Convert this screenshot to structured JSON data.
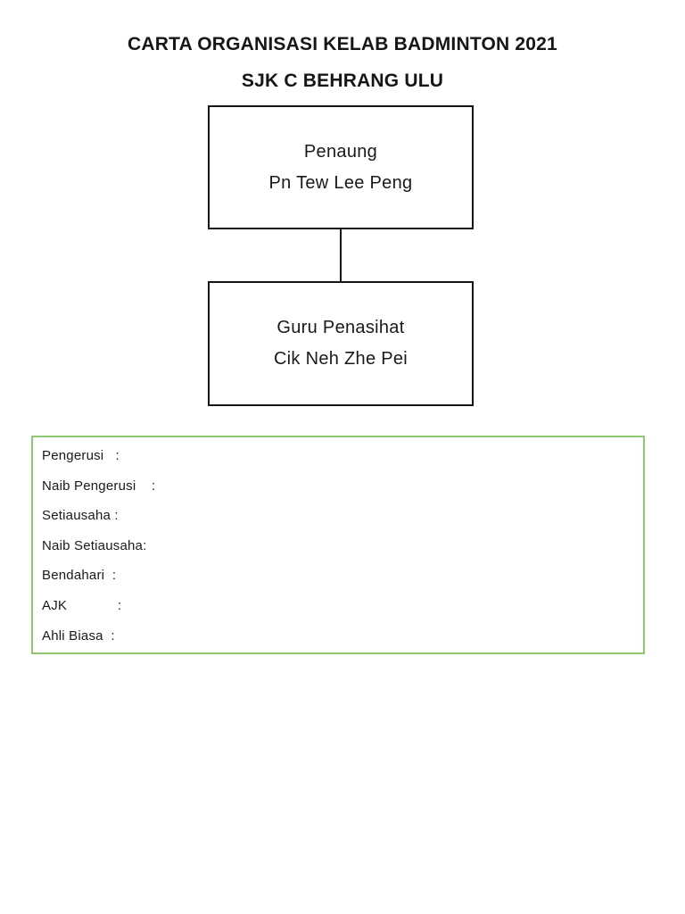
{
  "document": {
    "title_line1": "CARTA ORGANISASI KELAB BADMINTON 2021",
    "title_line2": "SJK C BEHRANG ULU"
  },
  "org_chart": {
    "nodes": [
      {
        "role": "Penaung",
        "name": "Pn Tew Lee Peng"
      },
      {
        "role": "Guru Penasihat",
        "name": "Cik Neh Zhe Pei"
      }
    ],
    "connector_color": "#161616",
    "box_border_color": "#161616"
  },
  "committee": {
    "border_color": "#8fc873",
    "rows": [
      {
        "text": "Pengerusi   :"
      },
      {
        "text": "Naib Pengerusi    :"
      },
      {
        "text": "Setiausaha :"
      },
      {
        "text": "Naib Setiausaha:"
      },
      {
        "text": "Bendahari  :"
      },
      {
        "text": "AJK             :"
      },
      {
        "text": "Ahli Biasa  :"
      }
    ]
  }
}
